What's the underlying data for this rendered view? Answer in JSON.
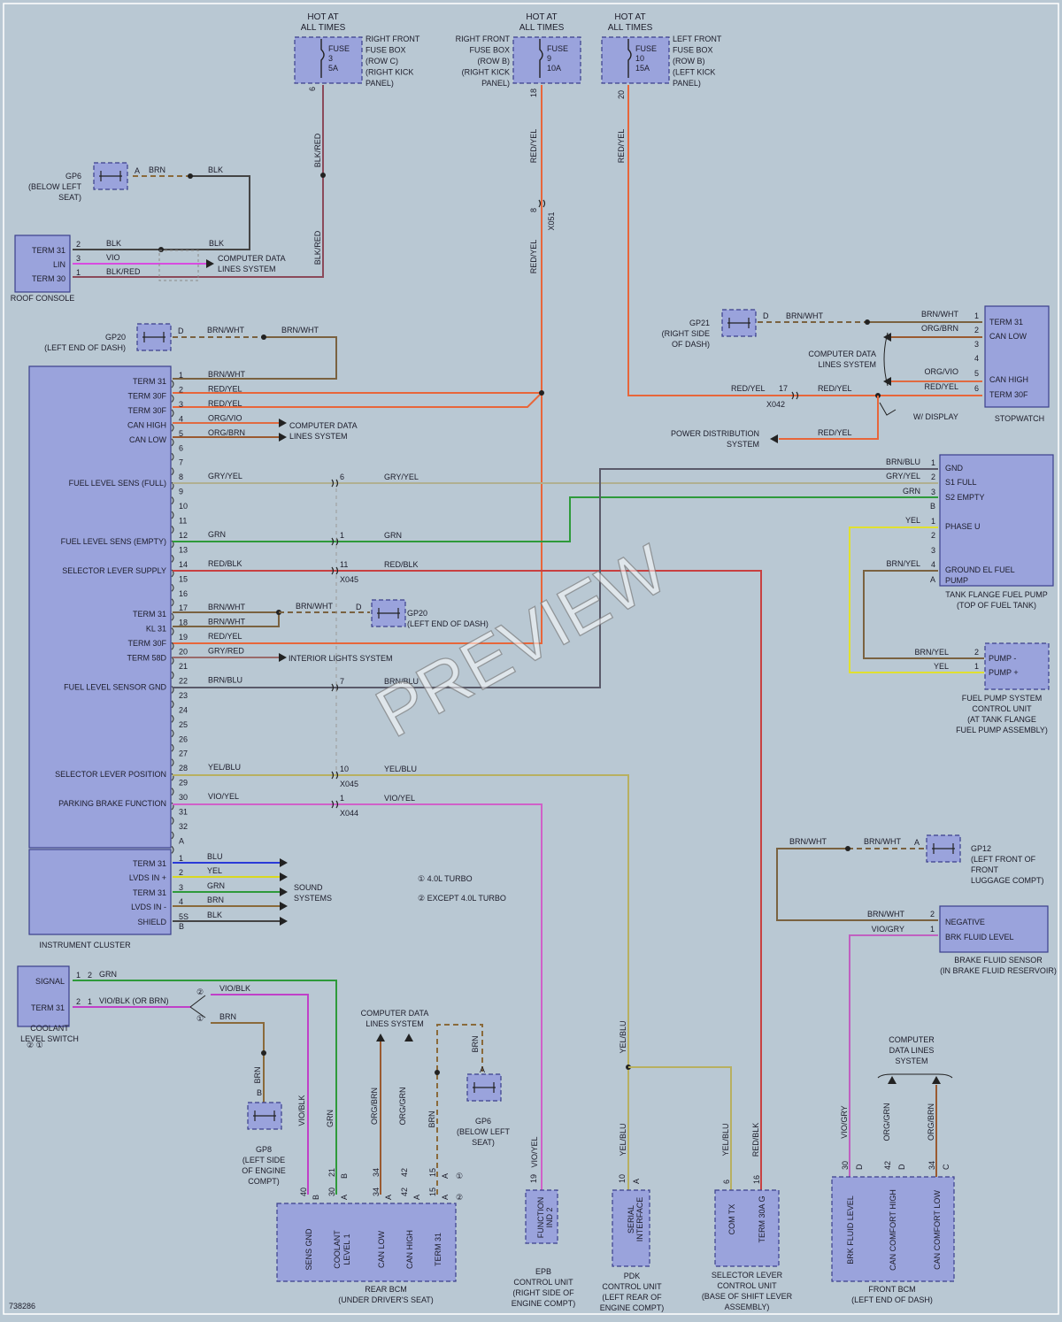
{
  "figure_id": "738286",
  "watermark": "PREVIEW",
  "colors": {
    "RED/YEL": "#e8663a",
    "BLK/RED": "#8b4a5a",
    "BLK": "#444444",
    "BRN": "#8a6a3a",
    "BRN/WHT": "#7a6240",
    "VIO": "#d84be0",
    "ORG/VIO": "#e06a40",
    "ORG/BRN": "#9a5a30",
    "GRY/YEL": "#b0b090",
    "GRN": "#2e9a3a",
    "RED/BLK": "#c84040",
    "GRY/RED": "#9a6a6a",
    "BRN/BLU": "#5a5a6a",
    "YEL/BLU": "#b8b060",
    "VIO/YEL": "#d060c8",
    "BLU": "#2a3ad8",
    "YEL": "#d8d820",
    "VIO/BLK": "#c040c8",
    "VIO/GRY": "#c060c0",
    "YEL (pump)": "#e0e030"
  },
  "fuses": [
    {
      "hot": "HOT AT\nALL TIMES",
      "fuse": "FUSE",
      "num": "3",
      "amp": "5A",
      "desc": "RIGHT FRONT\nFUSE BOX\n(ROW C)\n(RIGHT KICK\nPANEL)",
      "pin": "6",
      "wire": "BLK/RED"
    },
    {
      "hot": "HOT AT\nALL TIMES",
      "fuse": "FUSE",
      "num": "9",
      "amp": "10A",
      "desc": "RIGHT FRONT\nFUSE BOX\n(ROW B)\n(RIGHT KICK\nPANEL)",
      "pin": "18",
      "wire": "RED/YEL"
    },
    {
      "hot": "HOT AT\nALL TIMES",
      "fuse": "FUSE",
      "num": "10",
      "amp": "15A",
      "desc": "LEFT FRONT\nFUSE BOX\n(ROW B)\n(LEFT KICK\nPANEL)",
      "pin": "20",
      "wire": "RED/YEL"
    }
  ],
  "ground_points": {
    "gp6_top": {
      "label": "GP6\n(BELOW LEFT\nSEAT)",
      "pin": "A"
    },
    "gp20_top": {
      "label": "GP20\n(LEFT END OF DASH)",
      "pin": "D"
    },
    "gp21": {
      "label": "GP21\n(RIGHT SIDE\nOF DASH)",
      "pin": "D"
    },
    "gp20_mid": {
      "label": "GP20\n(LEFT END OF DASH)",
      "pin": "D"
    },
    "gp12": {
      "label": "GP12\n(LEFT FRONT OF\nFRONT\nLUGGAGE COMPT)",
      "pin": "A"
    },
    "gp8": {
      "label": "GP8\n(LEFT SIDE\nOF ENGINE\nCOMPT)",
      "pin": "B"
    },
    "gp6_bottom": {
      "label": "GP6\n(BELOW LEFT\nSEAT)",
      "pin": "A"
    }
  },
  "roof_console": {
    "name": "ROOF CONSOLE",
    "pins": [
      {
        "label": "TERM 31",
        "pin": "2",
        "wire": "BLK"
      },
      {
        "label": "LIN",
        "pin": "3",
        "wire": "VIO"
      },
      {
        "label": "TERM 30",
        "pin": "1",
        "wire": "BLK/RED"
      }
    ],
    "cdl": "COMPUTER DATA\nLINES SYSTEM"
  },
  "instrument_cluster": {
    "name": "INSTRUMENT CLUSTER",
    "labels": [
      {
        "pin": "1",
        "label": "TERM 31",
        "wire": "BRN/WHT"
      },
      {
        "pin": "2",
        "label": "TERM 30F",
        "wire": "RED/YEL"
      },
      {
        "pin": "3",
        "label": "TERM 30F",
        "wire": "RED/YEL"
      },
      {
        "pin": "4",
        "label": "CAN HIGH",
        "wire": "ORG/VIO"
      },
      {
        "pin": "5",
        "label": "CAN LOW",
        "wire": "ORG/BRN"
      },
      {
        "pin": "6",
        "label": "",
        "wire": ""
      },
      {
        "pin": "7",
        "label": "",
        "wire": ""
      },
      {
        "pin": "8",
        "label": "FUEL LEVEL SENS (FULL)",
        "wire": "GRY/YEL"
      },
      {
        "pin": "9",
        "label": "",
        "wire": ""
      },
      {
        "pin": "10",
        "label": "",
        "wire": ""
      },
      {
        "pin": "11",
        "label": "",
        "wire": ""
      },
      {
        "pin": "12",
        "label": "FUEL LEVEL SENS (EMPTY)",
        "wire": "GRN"
      },
      {
        "pin": "13",
        "label": "",
        "wire": ""
      },
      {
        "pin": "14",
        "label": "SELECTOR LEVER SUPPLY",
        "wire": "RED/BLK"
      },
      {
        "pin": "15",
        "label": "",
        "wire": ""
      },
      {
        "pin": "16",
        "label": "",
        "wire": ""
      },
      {
        "pin": "17",
        "label": "TERM 31",
        "wire": "BRN/WHT"
      },
      {
        "pin": "18",
        "label": "KL 31",
        "wire": "BRN/WHT"
      },
      {
        "pin": "19",
        "label": "TERM 30F",
        "wire": "RED/YEL"
      },
      {
        "pin": "20",
        "label": "TERM 58D",
        "wire": "GRY/RED"
      },
      {
        "pin": "21",
        "label": "",
        "wire": ""
      },
      {
        "pin": "22",
        "label": "FUEL LEVEL SENSOR GND",
        "wire": "BRN/BLU"
      },
      {
        "pin": "23",
        "label": "",
        "wire": ""
      },
      {
        "pin": "24",
        "label": "",
        "wire": ""
      },
      {
        "pin": "25",
        "label": "",
        "wire": ""
      },
      {
        "pin": "26",
        "label": "",
        "wire": ""
      },
      {
        "pin": "27",
        "label": "",
        "wire": ""
      },
      {
        "pin": "28",
        "label": "SELECTOR LEVER POSITION",
        "wire": "YEL/BLU"
      },
      {
        "pin": "29",
        "label": "",
        "wire": ""
      },
      {
        "pin": "30",
        "label": "PARKING BRAKE FUNCTION",
        "wire": "VIO/YEL"
      },
      {
        "pin": "31",
        "label": "",
        "wire": ""
      },
      {
        "pin": "32",
        "label": "",
        "wire": ""
      },
      {
        "pin": "A",
        "label": "",
        "wire": ""
      }
    ],
    "connB": [
      {
        "pin": "1",
        "label": "TERM 31",
        "wire": "BLU"
      },
      {
        "pin": "2",
        "label": "LVDS IN +",
        "wire": "YEL"
      },
      {
        "pin": "3",
        "label": "TERM 31",
        "wire": "GRN"
      },
      {
        "pin": "4",
        "label": "LVDS IN -",
        "wire": "BRN"
      },
      {
        "pin": "5S",
        "label": "SHIELD",
        "wire": "BLK"
      },
      {
        "pin": "B",
        "label": "",
        "wire": ""
      }
    ],
    "cdl": "COMPUTER DATA\nLINES SYSTEM",
    "interior": "INTERIOR LIGHTS SYSTEM",
    "sound": "SOUND\nSYSTEMS"
  },
  "splices": {
    "s6": "6",
    "s1": "1",
    "s11": "11",
    "x045a": "X045",
    "s7": "7",
    "s10": "10",
    "x045b": "X045",
    "s1b": "1",
    "x044": "X044",
    "x051pin": "8",
    "x051": "X051",
    "x042pin": "17",
    "x042": "X042"
  },
  "stopwatch": {
    "name": "STOPWATCH",
    "pins": [
      {
        "pin": "1",
        "label": "TERM 31",
        "wire": "BRN/WHT"
      },
      {
        "pin": "2",
        "label": "CAN LOW",
        "wire": "ORG/BRN"
      },
      {
        "pin": "3",
        "label": "",
        "wire": ""
      },
      {
        "pin": "4",
        "label": "",
        "wire": ""
      },
      {
        "pin": "5",
        "label": "CAN HIGH",
        "wire": "ORG/VIO"
      },
      {
        "pin": "6",
        "label": "TERM 30F",
        "wire": "RED/YEL"
      }
    ],
    "cdl": "COMPUTER DATA\nLINES SYSTEM",
    "display": "W/ DISPLAY",
    "pds": "POWER DISTRIBUTION\nSYSTEM"
  },
  "fuel_pump": {
    "name": "TANK FLANGE FUEL PUMP\n(TOP OF FUEL TANK)",
    "pins": [
      {
        "pin": "1",
        "label": "GND",
        "wire": "BRN/BLU"
      },
      {
        "pin": "2",
        "label": "S1 FULL",
        "wire": "GRY/YEL"
      },
      {
        "pin": "3",
        "label": "S2 EMPTY",
        "wire": "GRN"
      },
      {
        "pin": "B",
        "label": "",
        "wire": ""
      },
      {
        "pin": "1",
        "label": "PHASE U",
        "wire": "YEL"
      },
      {
        "pin": "2",
        "label": "",
        "wire": ""
      },
      {
        "pin": "3",
        "label": "",
        "wire": ""
      },
      {
        "pin": "4",
        "label": "GROUND EL FUEL\nPUMP",
        "wire": "BRN/YEL"
      },
      {
        "pin": "A",
        "label": "",
        "wire": ""
      }
    ]
  },
  "fpcu": {
    "name": "FUEL PUMP SYSTEM\nCONTROL UNIT\n(AT TANK FLANGE\nFUEL PUMP ASSEMBLY)",
    "pins": [
      {
        "pin": "2",
        "label": "PUMP -",
        "wire": "BRN/YEL"
      },
      {
        "pin": "1",
        "label": "PUMP +",
        "wire": "YEL"
      }
    ]
  },
  "brake_fluid": {
    "name": "BRAKE FLUID SENSOR\n(IN BRAKE FLUID RESERVOIR)",
    "pins": [
      {
        "pin": "2",
        "label": "NEGATIVE",
        "wire": "BRN/WHT"
      },
      {
        "pin": "1",
        "label": "BRK FLUID LEVEL",
        "wire": "VIO/GRY"
      }
    ],
    "gp12wire1": "BRN/WHT",
    "gp12wire2": "BRN/WHT"
  },
  "coolant": {
    "name": "COOLANT\nLEVEL SWITCH",
    "pins": [
      {
        "label": "SIGNAL",
        "pin": "1",
        "pin2": "2",
        "wire": "GRN"
      },
      {
        "label": "TERM 31",
        "pin": "2",
        "pin2": "1",
        "wire": "VIO/BLK",
        "alt": "(OR BRN)"
      }
    ],
    "variants": "② ①",
    "w1": "VIO/BLK",
    "w2": "BRN"
  },
  "notes": [
    {
      "mark": "①",
      "text": "4.0L TURBO"
    },
    {
      "mark": "②",
      "text": "EXCEPT 4.0L TURBO"
    }
  ],
  "rear_bcm": {
    "name": "REAR BCM\n(UNDER DRIVER'S SEAT)",
    "cdl": "COMPUTER DATA\nLINES SYSTEM",
    "pins": [
      {
        "label": "SENS GND",
        "pin": "40",
        "conn": "B",
        "wire": "VIO/BLK"
      },
      {
        "label": "COOLANT\nLEVEL 1",
        "pin": "30",
        "conn": "A",
        "wire": "GRN",
        "pin2": "21",
        "conn2": "B"
      },
      {
        "label": "CAN LOW",
        "pin": "34",
        "conn": "A",
        "wire": "ORG/BRN",
        "pin2": "34"
      },
      {
        "label": "CAN HIGH",
        "pin": "42",
        "conn": "A",
        "wire": "ORG/GRN",
        "pin2": "42"
      },
      {
        "label": "TERM 31",
        "pin": "15",
        "conn": "A",
        "wire": "BRN",
        "pin2": "15",
        "conn2": "A"
      }
    ],
    "marks": [
      "①",
      "②"
    ]
  },
  "epb": {
    "name": "EPB\nCONTROL UNIT\n(RIGHT SIDE OF\nENGINE COMPT)",
    "pin": "19",
    "label": "FUNCTION\nIND 2",
    "wire": "VIO/YEL"
  },
  "pdk": {
    "name": "PDK\nCONTROL UNIT\n(LEFT REAR OF\nENGINE COMPT)",
    "pin": "10",
    "conn": "A",
    "label": "SERIAL\nINTERFACE",
    "wire": "YEL/BLU",
    "wire_top": "YEL/BLU"
  },
  "selector": {
    "name": "SELECTOR LEVER\nCONTROL UNIT\n(BASE OF SHIFT LEVER\nASSEMBLY)",
    "pins": [
      {
        "pin": "6",
        "label": "COM TX",
        "wire": "YEL/BLU"
      },
      {
        "pin": "16",
        "label": "TERM 30A G",
        "wire": "RED/BLK"
      }
    ]
  },
  "front_bcm": {
    "name": "FRONT BCM\n(LEFT END OF DASH)",
    "cdl": "COMPUTER\nDATA LINES\nSYSTEM",
    "pins": [
      {
        "label": "BRK FLUID LEVEL",
        "pin": "30",
        "conn": "D",
        "wire": "VIO/GRY"
      },
      {
        "label": "CAN COMFORT HIGH",
        "pin": "42",
        "conn": "D",
        "wire": "ORG/GRN"
      },
      {
        "label": "CAN COMFORT LOW",
        "pin": "34",
        "conn": "C",
        "wire": "ORG/BRN"
      }
    ]
  }
}
